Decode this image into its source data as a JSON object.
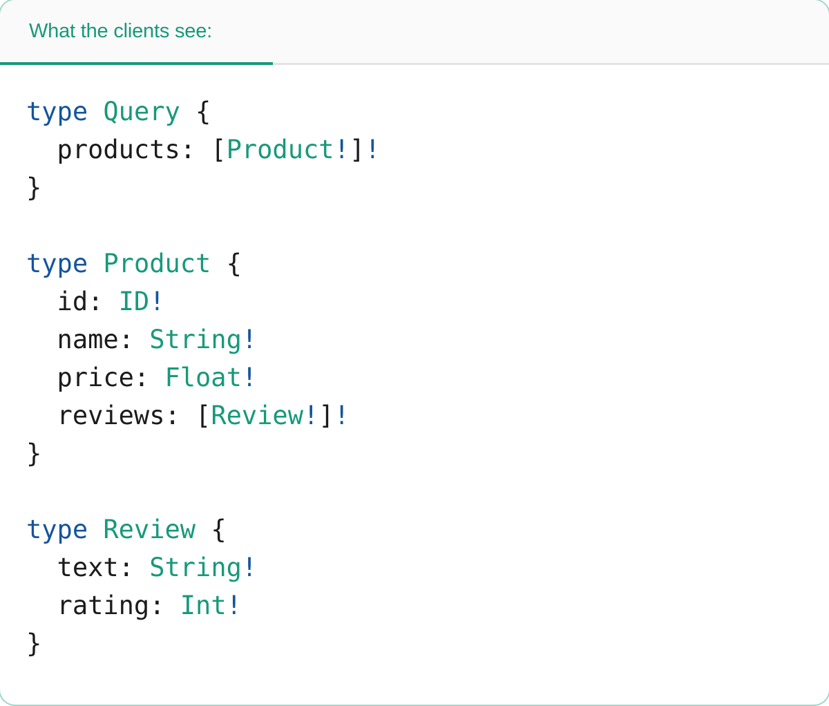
{
  "palette": {
    "accent_teal": "#17997B",
    "keyword_blue": "#14549E",
    "code_plain_dark": "#1B1B1B",
    "tab_bar_bg": "#FAFAFA",
    "divider_gray": "#E3E3E3",
    "card_border_green": "#17997B66"
  },
  "header": {
    "tab_label": "What the clients see:"
  },
  "code": {
    "lines": [
      [
        {
          "t": "type",
          "c": "keyword"
        },
        {
          "t": " ",
          "c": "plain"
        },
        {
          "t": "Query",
          "c": "type"
        },
        {
          "t": " {",
          "c": "plain"
        }
      ],
      [
        {
          "t": "  products: [",
          "c": "plain"
        },
        {
          "t": "Product",
          "c": "type"
        },
        {
          "t": "!",
          "c": "bang"
        },
        {
          "t": "]",
          "c": "plain"
        },
        {
          "t": "!",
          "c": "bang"
        }
      ],
      [
        {
          "t": "}",
          "c": "plain"
        }
      ],
      [],
      [
        {
          "t": "type",
          "c": "keyword"
        },
        {
          "t": " ",
          "c": "plain"
        },
        {
          "t": "Product",
          "c": "type"
        },
        {
          "t": " {",
          "c": "plain"
        }
      ],
      [
        {
          "t": "  id: ",
          "c": "plain"
        },
        {
          "t": "ID",
          "c": "type"
        },
        {
          "t": "!",
          "c": "bang"
        }
      ],
      [
        {
          "t": "  name: ",
          "c": "plain"
        },
        {
          "t": "String",
          "c": "type"
        },
        {
          "t": "!",
          "c": "bang"
        }
      ],
      [
        {
          "t": "  price: ",
          "c": "plain"
        },
        {
          "t": "Float",
          "c": "type"
        },
        {
          "t": "!",
          "c": "bang"
        }
      ],
      [
        {
          "t": "  reviews: [",
          "c": "plain"
        },
        {
          "t": "Review",
          "c": "type"
        },
        {
          "t": "!",
          "c": "bang"
        },
        {
          "t": "]",
          "c": "plain"
        },
        {
          "t": "!",
          "c": "bang"
        }
      ],
      [
        {
          "t": "}",
          "c": "plain"
        }
      ],
      [],
      [
        {
          "t": "type",
          "c": "keyword"
        },
        {
          "t": " ",
          "c": "plain"
        },
        {
          "t": "Review",
          "c": "type"
        },
        {
          "t": " {",
          "c": "plain"
        }
      ],
      [
        {
          "t": "  text: ",
          "c": "plain"
        },
        {
          "t": "String",
          "c": "type"
        },
        {
          "t": "!",
          "c": "bang"
        }
      ],
      [
        {
          "t": "  rating: ",
          "c": "plain"
        },
        {
          "t": "Int",
          "c": "type"
        },
        {
          "t": "!",
          "c": "bang"
        }
      ],
      [
        {
          "t": "}",
          "c": "plain"
        }
      ]
    ]
  }
}
